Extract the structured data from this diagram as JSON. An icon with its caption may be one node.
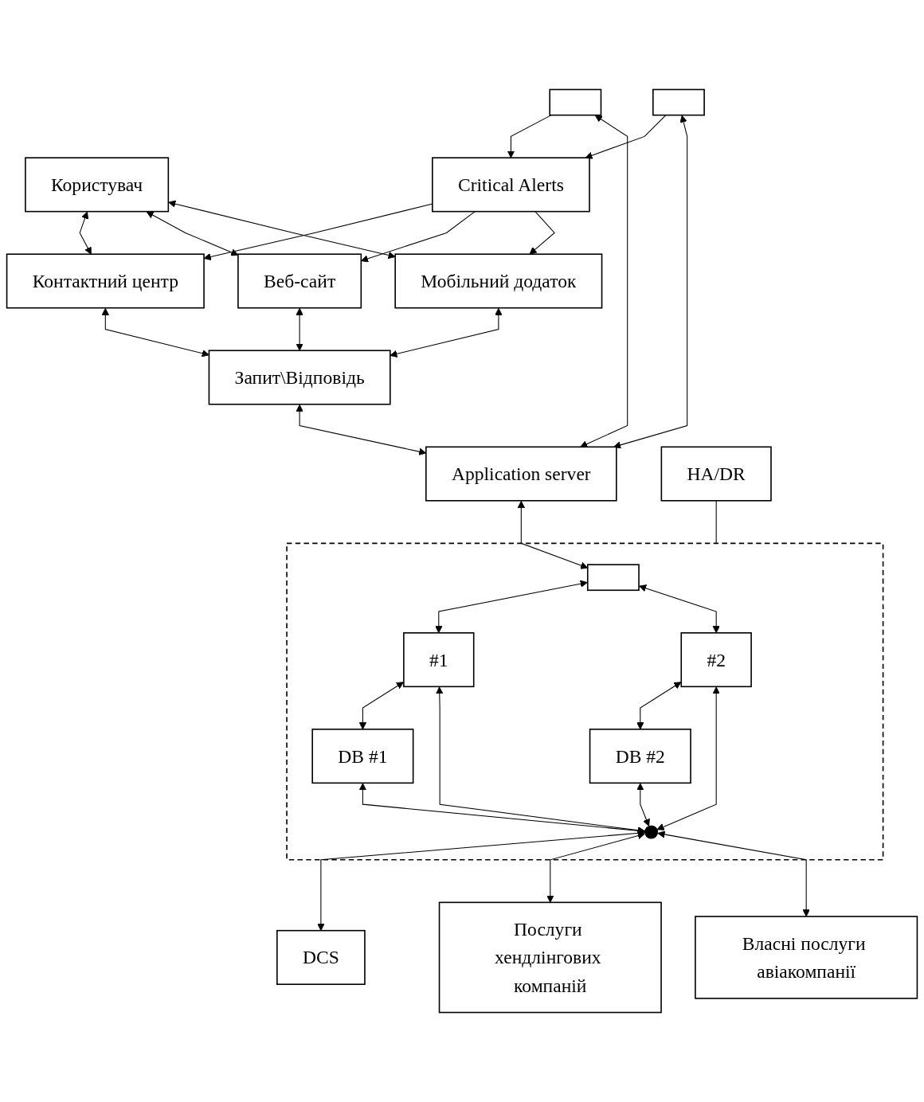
{
  "diagram": {
    "nodes": [
      {
        "text": [
          "Користувач"
        ]
      },
      {
        "text": [
          "Контактний центр"
        ]
      },
      {
        "text": [
          "Веб-сайт"
        ]
      },
      {
        "text": [
          "Мобільний додаток"
        ]
      },
      {
        "text": [
          "Critical Alerts"
        ]
      },
      {
        "text": [
          "Запит\\Відповідь"
        ]
      },
      {
        "text": [],
        "shape": "box"
      },
      {
        "text": [],
        "shape": "box"
      },
      {
        "text": [
          "Application server"
        ]
      },
      {
        "text": [],
        "shape": "pentagon"
      },
      {
        "text": [],
        "shape": "box",
        "in": 9
      },
      {
        "text": [
          "#1"
        ],
        "in": 9
      },
      {
        "text": [
          "#2"
        ],
        "in": 9
      },
      {
        "text": [
          "DB #1"
        ],
        "in": 9
      },
      {
        "text": [
          "DB #2"
        ],
        "in": 9
      },
      {
        "text": [],
        "shape": "circle",
        "in": 9
      },
      {
        "text": [
          "HA/DR"
        ]
      },
      {
        "text": [
          "DCS"
        ]
      },
      {
        "text": [
          "Послуги хендлінгових компаній"
        ]
      },
      {
        "text": [
          "Власні послуги авіакомпанії"
        ]
      }
    ],
    "edges": [
      {
        "from": 0,
        "to": 1,
        "arrow": "both"
      },
      {
        "from": 0,
        "to": 2,
        "arrow": "both"
      },
      {
        "from": 0,
        "to": 3,
        "arrow": "both"
      },
      {
        "from": 1,
        "to": 5,
        "arrow": "both"
      },
      {
        "from": 2,
        "to": 5,
        "arrow": "both"
      },
      {
        "from": 3,
        "to": 5,
        "arrow": "both"
      },
      {
        "from": 4,
        "to": 1,
        "arrow": "to"
      },
      {
        "from": 4,
        "to": 2,
        "arrow": "to"
      },
      {
        "from": 4,
        "to": 3,
        "arrow": "to"
      },
      {
        "from": 6,
        "to": 4,
        "arrow": "to"
      },
      {
        "from": 7,
        "to": 4,
        "arrow": "to"
      },
      {
        "from": 5,
        "to": 8,
        "arrow": "both"
      },
      {
        "from": 6,
        "to": 8,
        "arrow": "both"
      },
      {
        "from": 7,
        "to": 8,
        "arrow": "both"
      },
      {
        "from": 8,
        "to": 10,
        "arrow": "both"
      },
      {
        "from": 10,
        "to": 11,
        "arrow": "both"
      },
      {
        "from": 10,
        "to": 12,
        "arrow": "both"
      },
      {
        "from": 11,
        "to": 13,
        "arrow": "both"
      },
      {
        "from": 12,
        "to": 14,
        "arrow": "both"
      },
      {
        "from": 11,
        "to": 15,
        "arrow": "both"
      },
      {
        "from": 12,
        "to": 15,
        "arrow": "both"
      },
      {
        "from": 13,
        "to": 15,
        "arrow": "both"
      },
      {
        "from": 14,
        "to": 15,
        "arrow": "both"
      },
      {
        "from": 16,
        "to": 9,
        "arrow": "none"
      },
      {
        "from": 15,
        "to": 17,
        "arrow": "both"
      },
      {
        "from": 15,
        "to": 18,
        "arrow": "both"
      },
      {
        "from": 15,
        "to": 19,
        "arrow": "both"
      }
    ]
  }
}
